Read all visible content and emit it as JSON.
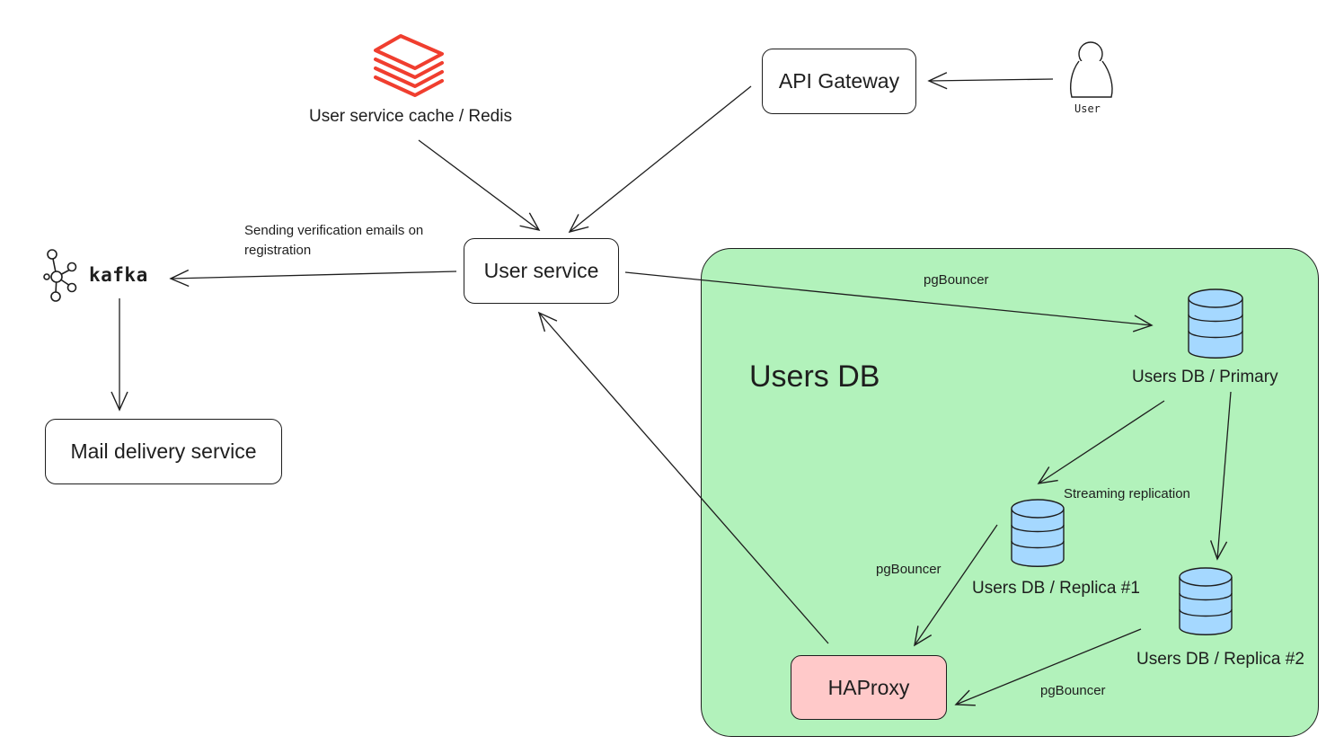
{
  "nodes": {
    "api_gateway": "API Gateway",
    "user": "User",
    "redis": "User service cache / Redis",
    "user_service": "User service",
    "kafka": "kafka",
    "mail": "Mail delivery service",
    "users_db_zone": "Users DB",
    "primary": "Users DB / Primary",
    "replica1": "Users DB / Replica #1",
    "replica2": "Users DB / Replica #2",
    "haproxy": "HAProxy"
  },
  "edge_labels": {
    "verification": "Sending verification emails on registration",
    "pgbouncer_primary": "pgBouncer",
    "streaming": "Streaming replication",
    "pgbouncer_replica1": "pgBouncer",
    "pgbouncer_replica2": "pgBouncer"
  },
  "colors": {
    "db_zone": "#b2f2bb",
    "haproxy": "#ffc9c9",
    "database": "#a5d8ff",
    "redis": "#f03e2f",
    "stroke": "#1e1e1e"
  }
}
